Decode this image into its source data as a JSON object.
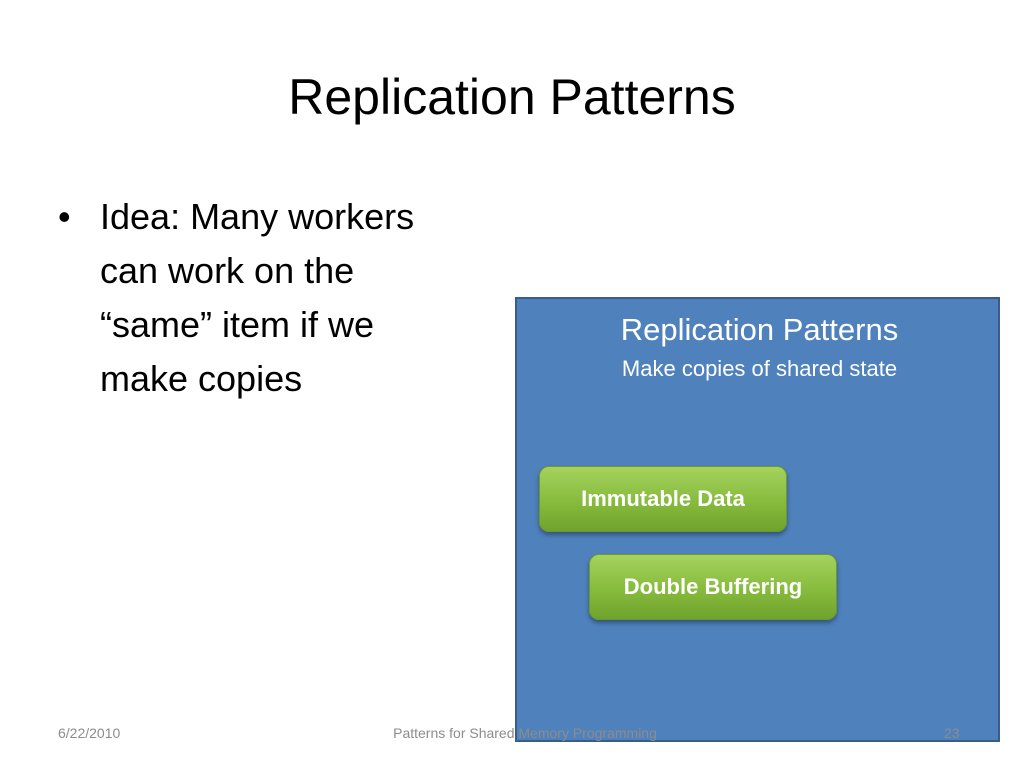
{
  "slide": {
    "title": "Replication Patterns",
    "bullets": [
      {
        "symbol": "•",
        "text": "Idea: Many workers can work on the “same” item if we make copies"
      }
    ]
  },
  "diagram": {
    "box_title": "Replication Patterns",
    "box_subtitle": "Make copies of shared state",
    "items": [
      {
        "label": "Immutable Data"
      },
      {
        "label": "Double Buffering"
      }
    ],
    "colors": {
      "box": "#4f81bd",
      "pill": "#86bb3d"
    }
  },
  "footer": {
    "date": "6/22/2010",
    "title": "Patterns for Shared Memory Programming",
    "page": "23"
  }
}
